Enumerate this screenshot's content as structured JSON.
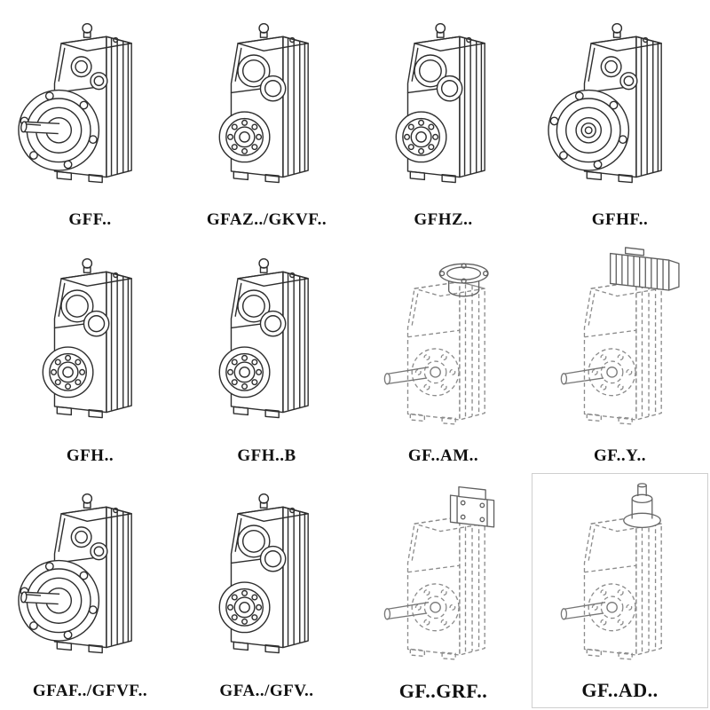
{
  "page": {
    "background": "#ffffff",
    "colors": {
      "solid_line": "#2e2e2e",
      "dashed_line": "#8b8b8b",
      "attachment_line": "#5f5f5f",
      "label_color": "#101010"
    }
  },
  "catalog": {
    "items": [
      {
        "label": "GFF..",
        "drawing": "foot-flange-mounted-gearbox-with-solid-output-shaft"
      },
      {
        "label": "GFAZ../GKVF..",
        "drawing": "shaft-mounted-gearbox-with-hollow-output-shaft"
      },
      {
        "label": "GFHZ..",
        "drawing": "shaft-mounted-gearbox-with-shrink-disc-hollow-shaft"
      },
      {
        "label": "GFHF..",
        "drawing": "flange-mounted-gearbox-with-hollow-output-shaft"
      },
      {
        "label": "GFH..",
        "drawing": "gearbox-with-hollow-output-shaft"
      },
      {
        "label": "GFH..B",
        "drawing": "gearbox-with-hollow-output-shaft-and-base"
      },
      {
        "label": "GF..AM..",
        "drawing": "gearbox-with-motor-flange-adapter-dashed"
      },
      {
        "label": "GF..Y..",
        "drawing": "gearbox-with-mounted-motor-dashed"
      },
      {
        "label": "GFAF../GFVF..",
        "drawing": "flange-mounted-gearbox-with-solid-output-shaft"
      },
      {
        "label": "GFA../GFV..",
        "drawing": "foot-mounted-gearbox-with-hollow-output-shaft"
      },
      {
        "label": "GF..GRF..",
        "drawing": "gearbox-with-cover-adapter-dashed"
      },
      {
        "label": "GF..AD..",
        "drawing": "gearbox-with-input-shaft-adapter-dashed"
      }
    ]
  }
}
